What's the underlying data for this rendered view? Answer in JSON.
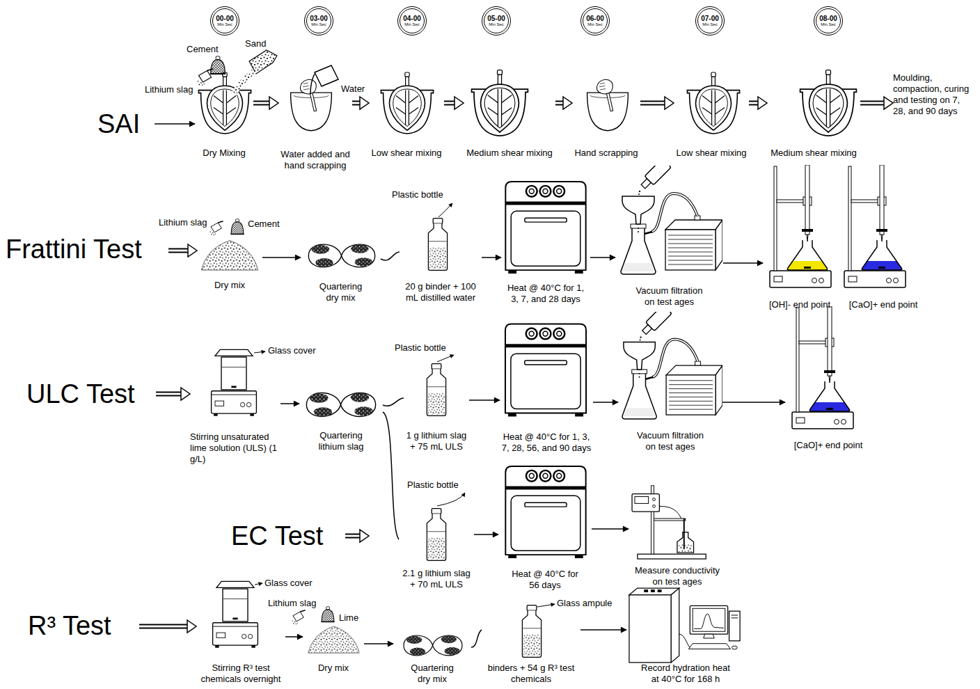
{
  "diagram": {
    "nodes": [
      {
        "text": [
          "00-00",
          "Min Sec"
        ]
      },
      {
        "text": [
          "03-00",
          "Min Sec"
        ]
      },
      {
        "text": [
          "04-00",
          "Min Sec"
        ]
      },
      {
        "text": [
          "05-00",
          "Min Sec"
        ]
      },
      {
        "text": [
          "06-00",
          "Min Sec"
        ]
      },
      {
        "text": [
          "07-00",
          "Min Sec"
        ]
      },
      {
        "text": [
          "08-00",
          "Min Sec"
        ]
      },
      {
        "text": [
          "SAI"
        ]
      },
      {
        "text": [
          "Dry Mixing"
        ]
      },
      {
        "text": [
          "Water added and hand scrapping"
        ]
      },
      {
        "text": [
          "Low shear mixing"
        ]
      },
      {
        "text": [
          "Medium shear mixing"
        ]
      },
      {
        "text": [
          "Hand scrapping"
        ]
      },
      {
        "text": [
          "Low shear mixing"
        ]
      },
      {
        "text": [
          "Medium shear mixing"
        ]
      },
      {
        "text": [
          "Moulding, compaction, curing and testing on 7, 28, and 90 days"
        ]
      },
      {
        "text": [
          "Frattini Test"
        ]
      },
      {
        "text": [
          "Dry mix"
        ]
      },
      {
        "text": [
          "Quartering dry mix"
        ]
      },
      {
        "text": [
          "20 g binder + 100 mL distilled water"
        ]
      },
      {
        "text": [
          "Heat @ 40°C for 1, 3, 7, and 28 days"
        ]
      },
      {
        "text": [
          "Vacuum filtration on test ages"
        ]
      },
      {
        "text": [
          "[OH]- end point"
        ]
      },
      {
        "text": [
          "[CaO]+ end point"
        ]
      },
      {
        "text": [
          "ULC Test"
        ]
      },
      {
        "text": [
          "Stirring unsaturated lime solution (ULS) (1 g/L)"
        ]
      },
      {
        "text": [
          "Quartering lithium slag"
        ]
      },
      {
        "text": [
          "1 g lithium slag + 75 mL ULS"
        ]
      },
      {
        "text": [
          "Heat @ 40°C for 1, 3, 7, 28, 56, and 90 days"
        ]
      },
      {
        "text": [
          "Vacuum filtration on test ages"
        ]
      },
      {
        "text": [
          "[CaO]+ end point"
        ]
      },
      {
        "text": [
          "EC Test"
        ]
      },
      {
        "text": [
          "2.1 g lithium slag + 70 mL ULS"
        ]
      },
      {
        "text": [
          "Heat @ 40°C for 56 days"
        ]
      },
      {
        "text": [
          "Measure conductivity on test ages"
        ]
      },
      {
        "text": [
          "R³ Test"
        ]
      },
      {
        "text": [
          "Stirring R³ test chemicals overnight"
        ]
      },
      {
        "text": [
          "Dry mix"
        ]
      },
      {
        "text": [
          "Quartering dry mix"
        ]
      },
      {
        "text": [
          "binders + 54 g R³ test chemicals"
        ]
      },
      {
        "text": [
          "Record hydration heat at 40°C for 168 h"
        ]
      }
    ],
    "edges": [
      {
        "from": 7,
        "to": 8,
        "arrow": "to"
      },
      {
        "from": 8,
        "to": 9,
        "arrow": "to"
      },
      {
        "from": 9,
        "to": 10,
        "arrow": "to"
      },
      {
        "from": 10,
        "to": 11,
        "arrow": "to"
      },
      {
        "from": 11,
        "to": 12,
        "arrow": "to"
      },
      {
        "from": 12,
        "to": 13,
        "arrow": "to"
      },
      {
        "from": 13,
        "to": 14,
        "arrow": "to"
      },
      {
        "from": 14,
        "to": 15,
        "arrow": "to"
      },
      {
        "from": 16,
        "to": 17,
        "arrow": "to"
      },
      {
        "from": 17,
        "to": 18,
        "arrow": "to"
      },
      {
        "from": 18,
        "to": 19,
        "arrow": "none"
      },
      {
        "from": 19,
        "to": 20,
        "arrow": "to"
      },
      {
        "from": 20,
        "to": 21,
        "arrow": "to"
      },
      {
        "from": 21,
        "to": 22,
        "arrow": "to"
      },
      {
        "from": 24,
        "to": 25,
        "arrow": "to"
      },
      {
        "from": 25,
        "to": 26,
        "arrow": "to"
      },
      {
        "from": 26,
        "to": 27,
        "arrow": "none"
      },
      {
        "from": 26,
        "to": 32,
        "arrow": "none"
      },
      {
        "from": 27,
        "to": 28,
        "arrow": "to"
      },
      {
        "from": 28,
        "to": 29,
        "arrow": "to"
      },
      {
        "from": 29,
        "to": 30,
        "arrow": "to"
      },
      {
        "from": 32,
        "to": 33,
        "arrow": "to"
      },
      {
        "from": 33,
        "to": 34,
        "arrow": "to"
      },
      {
        "from": 35,
        "to": 36,
        "arrow": "to"
      },
      {
        "from": 36,
        "to": 37,
        "arrow": "to"
      },
      {
        "from": 37,
        "to": 38,
        "arrow": "to"
      },
      {
        "from": 38,
        "to": 39,
        "arrow": "none"
      },
      {
        "from": 39,
        "to": 40,
        "arrow": "to"
      }
    ],
    "labels": [
      "Cement",
      "Sand",
      "Lithium slag",
      "Water",
      "Lithium slag",
      "Cement",
      "Plastic bottle",
      "Glass cover",
      "Plastic bottle",
      "Plastic bottle",
      "Glass cover",
      "Lithium slag",
      "Lime",
      "Glass ampule"
    ]
  }
}
